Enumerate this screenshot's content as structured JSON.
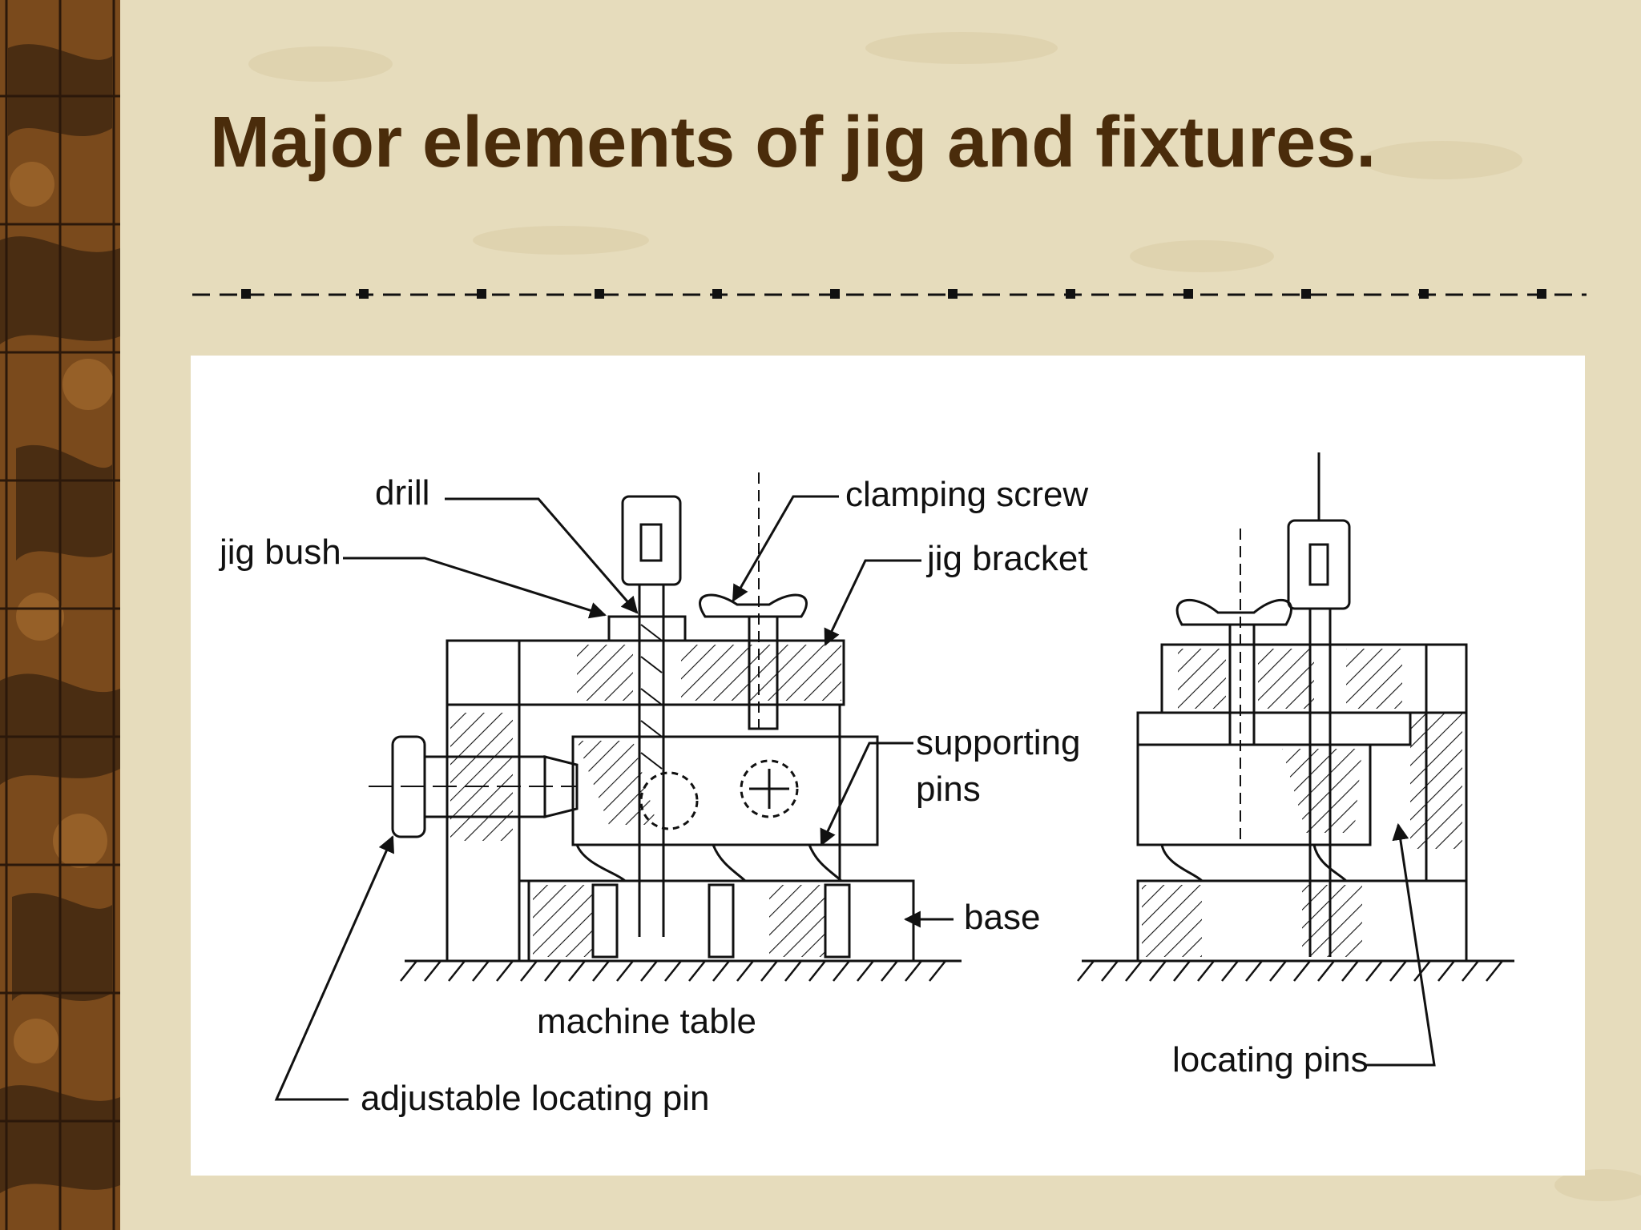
{
  "slide": {
    "title": "Major elements of jig and fixtures."
  },
  "colors": {
    "title": "#4a2c0b",
    "background": "#e6dcbc",
    "sidebar_brown": "#7a4a1c",
    "figure_background": "#ffffff"
  },
  "diagram": {
    "labels": {
      "drill": "drill",
      "jig_bush": "jig bush",
      "clamping_screw": "clamping screw",
      "jig_bracket": "jig bracket",
      "supporting_pins_1": "supporting",
      "supporting_pins_2": "pins",
      "base": "base",
      "machine_table": "machine table",
      "adjustable_locating_pin": "adjustable locating pin",
      "locating_pins": "locating pins"
    }
  }
}
